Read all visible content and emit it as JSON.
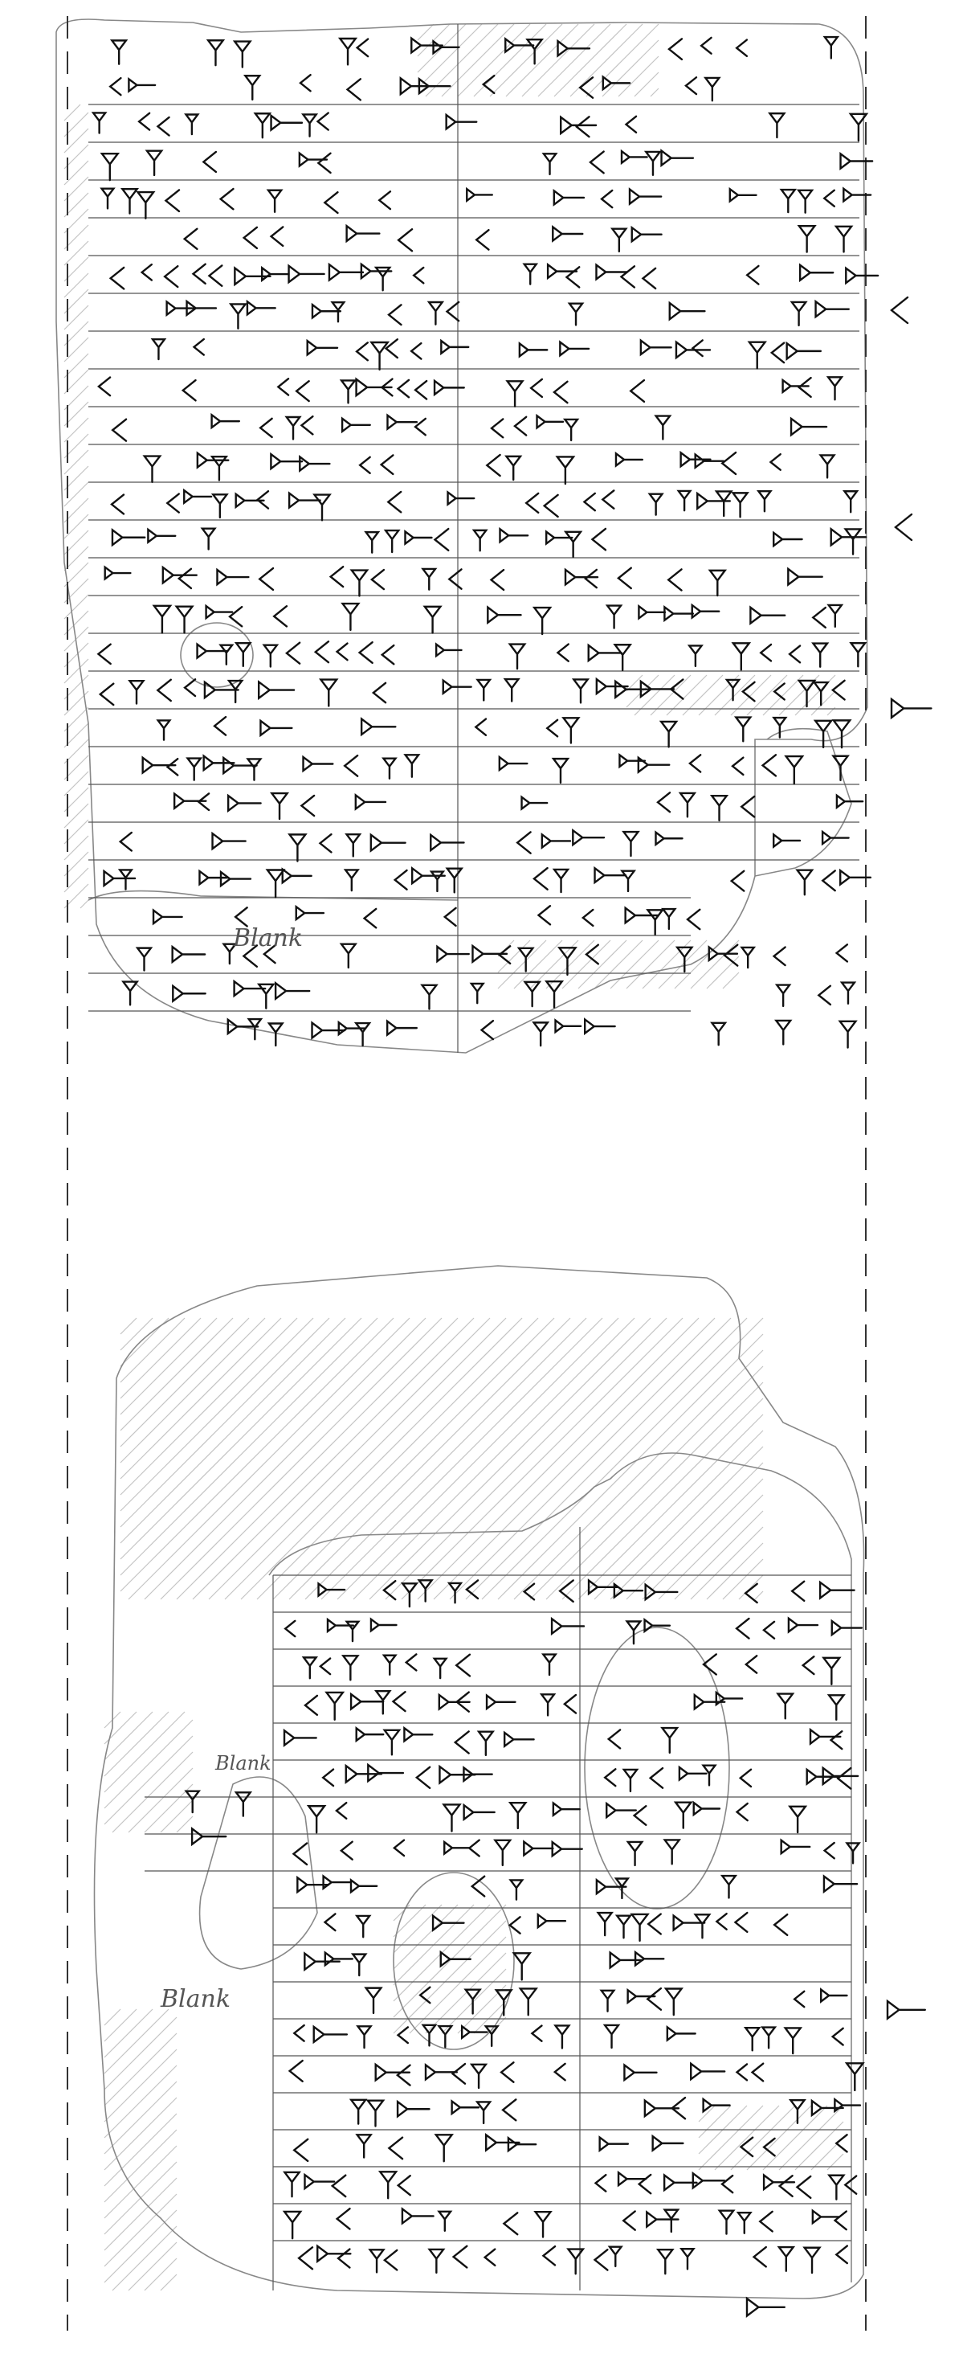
{
  "drawing": {
    "labels": {
      "obverse_blank": "Blank",
      "reverse_blank_upper": "Blank",
      "reverse_blank_lower": "Blank"
    },
    "colors": {
      "ink": "#111111",
      "pencil": "#8a8a8a",
      "hatch": "#bdbdbd"
    }
  }
}
